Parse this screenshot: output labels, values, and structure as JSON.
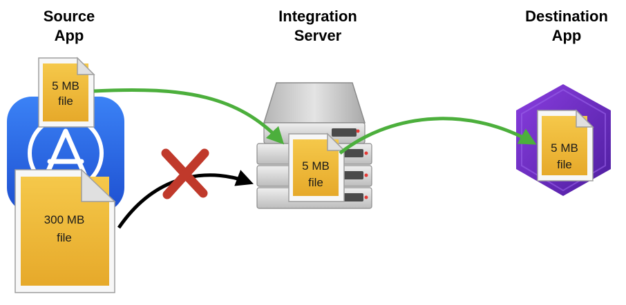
{
  "headings": {
    "source": [
      "Source",
      "App"
    ],
    "server": [
      "Integration",
      "Server"
    ],
    "destination": [
      "Destination",
      "App"
    ]
  },
  "files": {
    "source_small": [
      "5 MB",
      "file"
    ],
    "source_large": [
      "300 MB",
      "file"
    ],
    "server_small": [
      "5 MB",
      "file"
    ],
    "destination_small": [
      "5 MB",
      "file"
    ]
  },
  "colors": {
    "success_arrow": "#4caf3c",
    "failed_arrow": "#000000",
    "reject_mark": "#c0392b",
    "source_app": "#2f6fe0",
    "destination_app": "#6a2fc4",
    "file_fill": "#f0b93a",
    "server_body": "#c9c9c9"
  },
  "icons": {
    "source_app": "app-store-icon",
    "destination_app": "hexagon-app-icon",
    "server": "server-rack-icon",
    "reject": "cross-icon"
  }
}
